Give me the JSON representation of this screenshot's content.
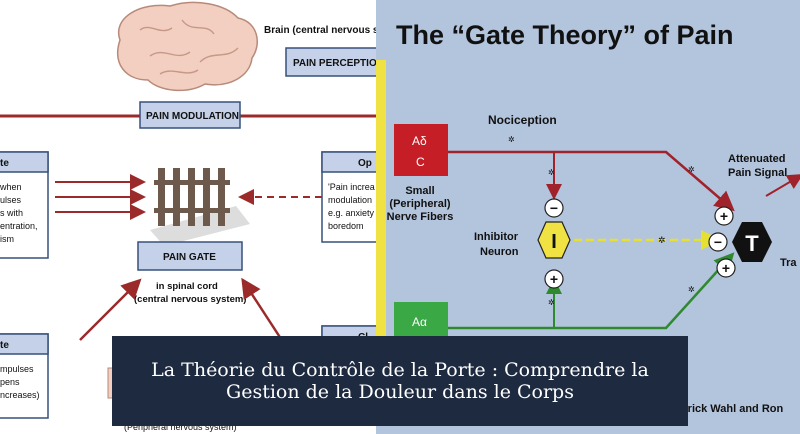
{
  "left": {
    "brain_label": "Brain (central nervous s",
    "pain_perception": "PAIN PERCEPTION",
    "pain_modulation": "PAIN MODULATION",
    "left_top_box": {
      "title": "te",
      "lines": [
        "when",
        "ulses",
        "s with",
        "entration,",
        "ism"
      ]
    },
    "right_top_box": {
      "title": "Op",
      "lines": [
        "'Pain increa",
        "modulation",
        "e.g. anxiety",
        "boredom"
      ]
    },
    "pain_gate": "PAIN GATE",
    "spinal_line1": "in spinal cord",
    "spinal_line2": "(central nervous system)",
    "left_bottom_box": {
      "title": "te",
      "lines": [
        "mpulses",
        "pens",
        "ncreases)"
      ]
    },
    "right_bottom_box": {
      "title": "Cl"
    },
    "peripheral": "(Peripheral nervous system)"
  },
  "right": {
    "title": "The “Gate Theory” of Pain",
    "nociception": "Nociception",
    "a_delta": "Aδ",
    "c": "C",
    "small_fibers": [
      "Small",
      "(Peripheral)",
      "Nerve Fibers"
    ],
    "inhibitor": [
      "Inhibitor",
      "Neuron"
    ],
    "i_label": "I",
    "t_label": "T",
    "attenuated": [
      "Attenuated",
      "Pain Signal"
    ],
    "tra": "Tra",
    "a_alpha": "Aα",
    "credit": "trick Wahl and Ron",
    "minus": "−",
    "plus": "+"
  },
  "caption": "La Théorie du Contrôle de la Porte : Comprendre la Gestion de la Douleur dans le Corps"
}
